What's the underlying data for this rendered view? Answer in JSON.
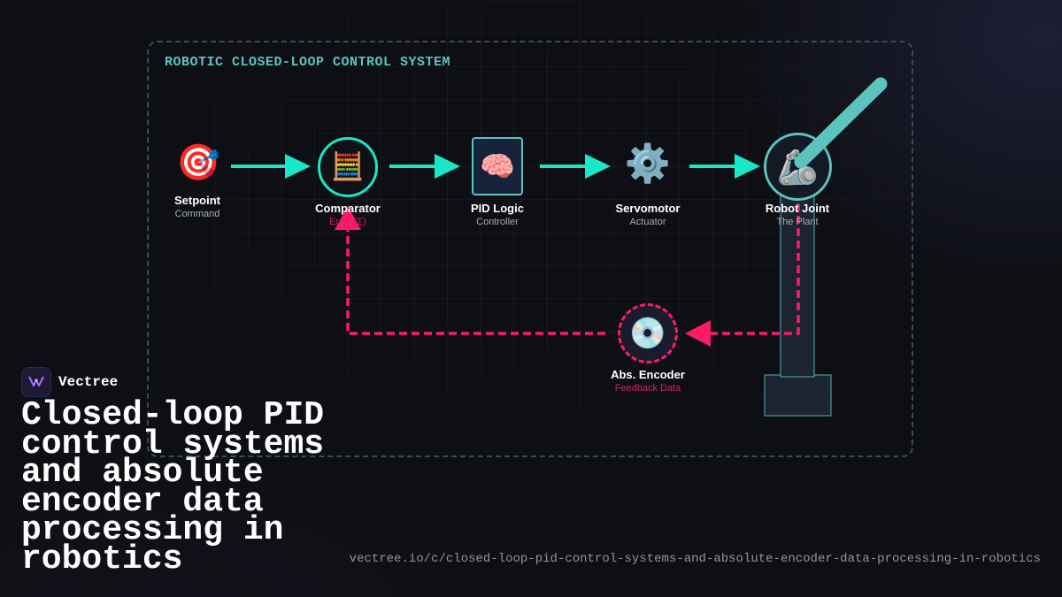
{
  "diagram": {
    "title": "ROBOTIC CLOSED-LOOP CONTROL SYSTEM",
    "nodes": [
      {
        "id": "setpoint",
        "label": "Setpoint",
        "sublabel": "Command",
        "icon": "target-icon",
        "glyph": "🎯"
      },
      {
        "id": "comparator",
        "label": "Comparator",
        "sublabel": "Error (Σ)",
        "icon": "abacus-icon",
        "glyph": "🧮"
      },
      {
        "id": "pid",
        "label": "PID Logic",
        "sublabel": "Controller",
        "icon": "brain-icon",
        "glyph": "🧠"
      },
      {
        "id": "servo",
        "label": "Servomotor",
        "sublabel": "Actuator",
        "icon": "gear-icon",
        "glyph": "⚙️"
      },
      {
        "id": "robot",
        "label": "Robot Joint",
        "sublabel": "The Plant",
        "icon": "robot-arm-icon",
        "glyph": "🦾"
      },
      {
        "id": "encoder",
        "label": "Abs. Encoder",
        "sublabel": "Feedback Data",
        "icon": "disc-icon",
        "glyph": "💿"
      }
    ],
    "forward_edges": [
      [
        "setpoint",
        "comparator"
      ],
      [
        "comparator",
        "pid"
      ],
      [
        "pid",
        "servo"
      ],
      [
        "servo",
        "robot"
      ]
    ],
    "feedback_edges": [
      [
        "robot",
        "encoder"
      ],
      [
        "encoder",
        "comparator"
      ]
    ],
    "colors": {
      "forward": "#19e8c6",
      "feedback": "#ff1a66",
      "accent": "#5cc3bd"
    }
  },
  "brand": {
    "name": "Vectree"
  },
  "headline": "Closed-loop PID control systems and absolute encoder data processing in robotics",
  "url": "vectree.io/c/closed-loop-pid-control-systems-and-absolute-encoder-data-processing-in-robotics"
}
